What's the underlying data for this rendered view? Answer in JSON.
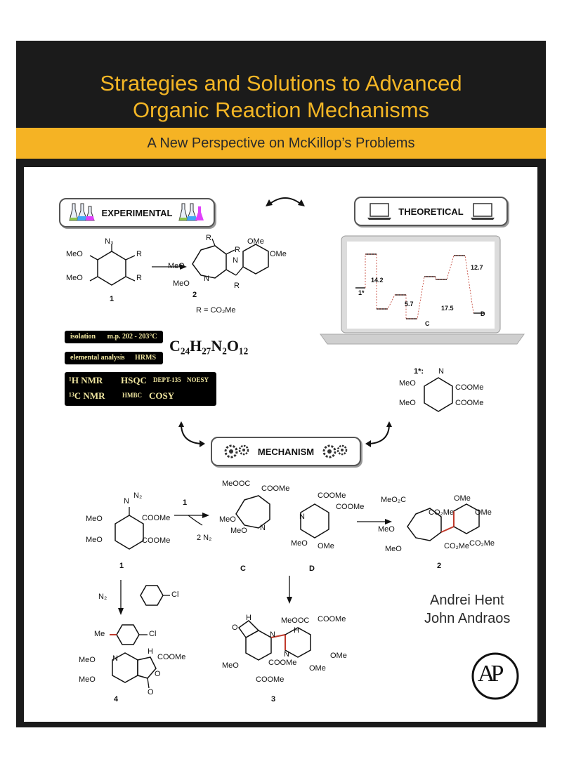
{
  "cover": {
    "title_line1": "Strategies and Solutions to Advanced",
    "title_line2": "Organic Reaction Mechanisms",
    "subtitle": "A New Perspective on McKillop’s Problems",
    "authors": [
      "Andrei Hent",
      "John Andraos"
    ],
    "publisher_logo": "AP",
    "colors": {
      "background": "#1b1b1b",
      "title": "#f4b625",
      "band": "#f5b324"
    }
  },
  "labels": {
    "experimental": "EXPERIMENTAL",
    "theoretical": "THEORETICAL",
    "mechanism": "MECHANISM"
  },
  "reaction_top": {
    "start_label": "1",
    "product_label": "2",
    "r_note": "R = CO₂Me",
    "groups": {
      "meo": "MeO",
      "ome": "OMe",
      "r": "R",
      "n3": "N₃",
      "n": "N"
    }
  },
  "spectra": {
    "isolation": "isolation",
    "mp": "m.p. 202 - 203°C",
    "elemental": "elemental analysis",
    "hrms": "HRMS",
    "h_nmr": "¹H NMR",
    "hsqc": "HSQC",
    "dept": "DEPT-135",
    "noesy": "NOESY",
    "c_nmr": "¹³C NMR",
    "hmbc": "HMBC",
    "cosy": "COSY",
    "formula": "C₂₄H₂₇N₂O₁₂"
  },
  "energy_diagram": {
    "start": "1*",
    "values": [
      "14.2",
      "5.7",
      "17.5",
      "12.7"
    ],
    "intermediates": [
      "C",
      "D"
    ]
  },
  "nitrene": {
    "label": "1*:",
    "n": "N",
    "meo1": "MeO",
    "meo2": "MeO",
    "coome1": "COOMe",
    "coome2": "COOMe"
  },
  "mechanism": {
    "nitrogen": "N",
    "n2_plus": "N₂",
    "meo": "MeO",
    "coome": "COOMe",
    "meooc": "MeOOC",
    "ome": "OMe",
    "meo2c": "MeO₂C",
    "co2me": "CO₂Me",
    "cl": "Cl",
    "me": "Me",
    "h": "H",
    "o": "O",
    "reagent_1": "1",
    "loss_n2": "2 N₂",
    "loss_n2_short": "N₂",
    "compound_labels": [
      "1",
      "C",
      "D",
      "2",
      "4",
      "3"
    ]
  }
}
